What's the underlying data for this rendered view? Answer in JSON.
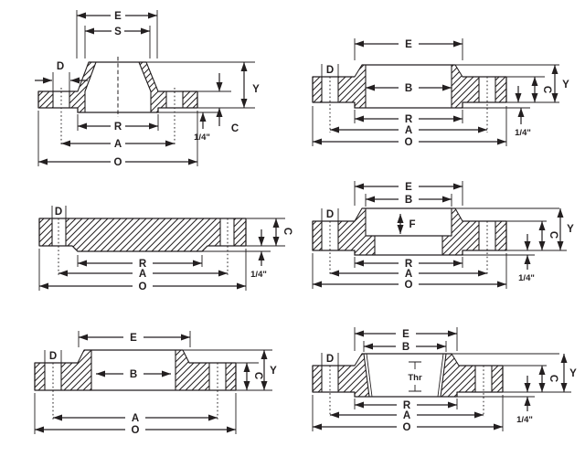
{
  "diagrams": {
    "top_left": {
      "labels": {
        "E": "E",
        "S": "S",
        "D": "D",
        "Y": "Y",
        "C": "C",
        "R": "R",
        "A": "A",
        "O": "O",
        "raised_face": "1/4\""
      }
    },
    "top_right": {
      "labels": {
        "E": "E",
        "D": "D",
        "B": "B",
        "Y": "Y",
        "C": "C",
        "R": "R",
        "A": "A",
        "O": "O",
        "raised_face": "1/4\""
      }
    },
    "middle_left": {
      "labels": {
        "D": "D",
        "C": "C",
        "R": "R",
        "A": "A",
        "O": "O",
        "raised_face": "1/4\""
      }
    },
    "middle_right": {
      "labels": {
        "E": "E",
        "B": "B",
        "D": "D",
        "F": "F",
        "Y": "Y",
        "C": "C",
        "R": "R",
        "A": "A",
        "O": "O",
        "raised_face": "1/4\""
      }
    },
    "bottom_left": {
      "labels": {
        "E": "E",
        "D": "D",
        "B": "B",
        "Y": "Y",
        "C": "C",
        "A": "A",
        "O": "O"
      }
    },
    "bottom_right": {
      "labels": {
        "E": "E",
        "B": "B",
        "D": "D",
        "Thr": "Thr",
        "Y": "Y",
        "C": "C",
        "R": "R",
        "A": "A",
        "O": "O",
        "raised_face": "1/4\""
      }
    }
  }
}
